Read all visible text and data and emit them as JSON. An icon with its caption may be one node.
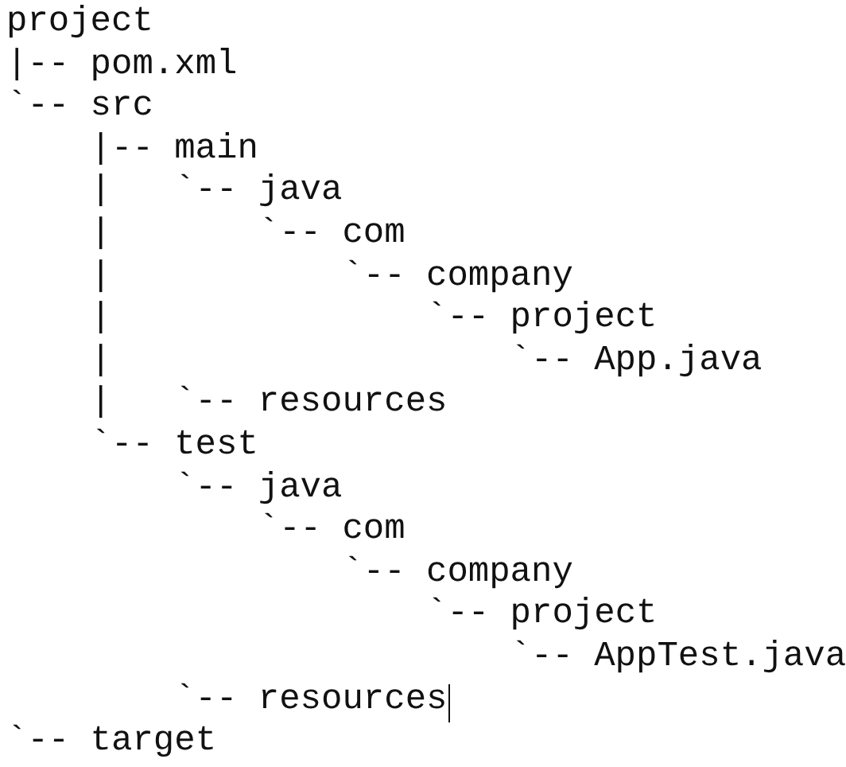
{
  "diagram": {
    "labels": [
      "project",
      "|-- pom.xml",
      "`-- src",
      "|-- main",
      "|",
      "`-- java",
      "|",
      "`-- com",
      "|",
      "`-- company",
      "|",
      "`-- project",
      "|",
      "`-- App.java",
      "|",
      "`-- resources",
      "`-- test",
      "`-- java",
      "`-- com",
      "`-- company",
      "`-- project",
      "`-- AppTest.java",
      "`-- resources",
      "`-- target"
    ]
  }
}
